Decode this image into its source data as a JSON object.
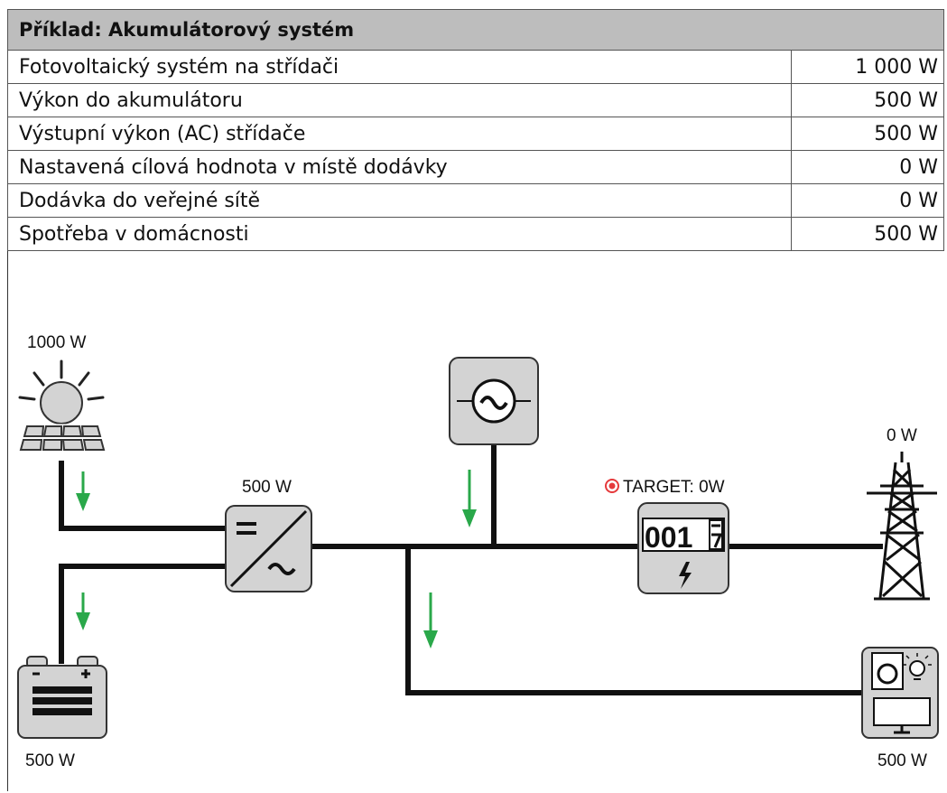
{
  "table": {
    "header": "Příklad: Akumulátorový systém",
    "rows": [
      {
        "label": "Fotovoltaický systém na střídači",
        "value": "1 000 W"
      },
      {
        "label": "Výkon do akumulátoru",
        "value": "500 W"
      },
      {
        "label": "Výstupní výkon (AC) střídače",
        "value": "500 W"
      },
      {
        "label": "Nastavená cílová hodnota v místě dodávky",
        "value": "0 W"
      },
      {
        "label": "Dodávka do veřejné sítě",
        "value": "0 W"
      },
      {
        "label": "Spotřeba v domácnosti",
        "value": "500 W"
      }
    ]
  },
  "diagram": {
    "pv_label": "1000 W",
    "inverter_label": "500 W",
    "battery_label": "500 W",
    "grid_label": "0 W",
    "target_label": "TARGET: 0W",
    "meter_digits": "001",
    "load_label": "500 W",
    "flow_color": "#2aa84a",
    "icon_fill": "#d3d3d3"
  }
}
